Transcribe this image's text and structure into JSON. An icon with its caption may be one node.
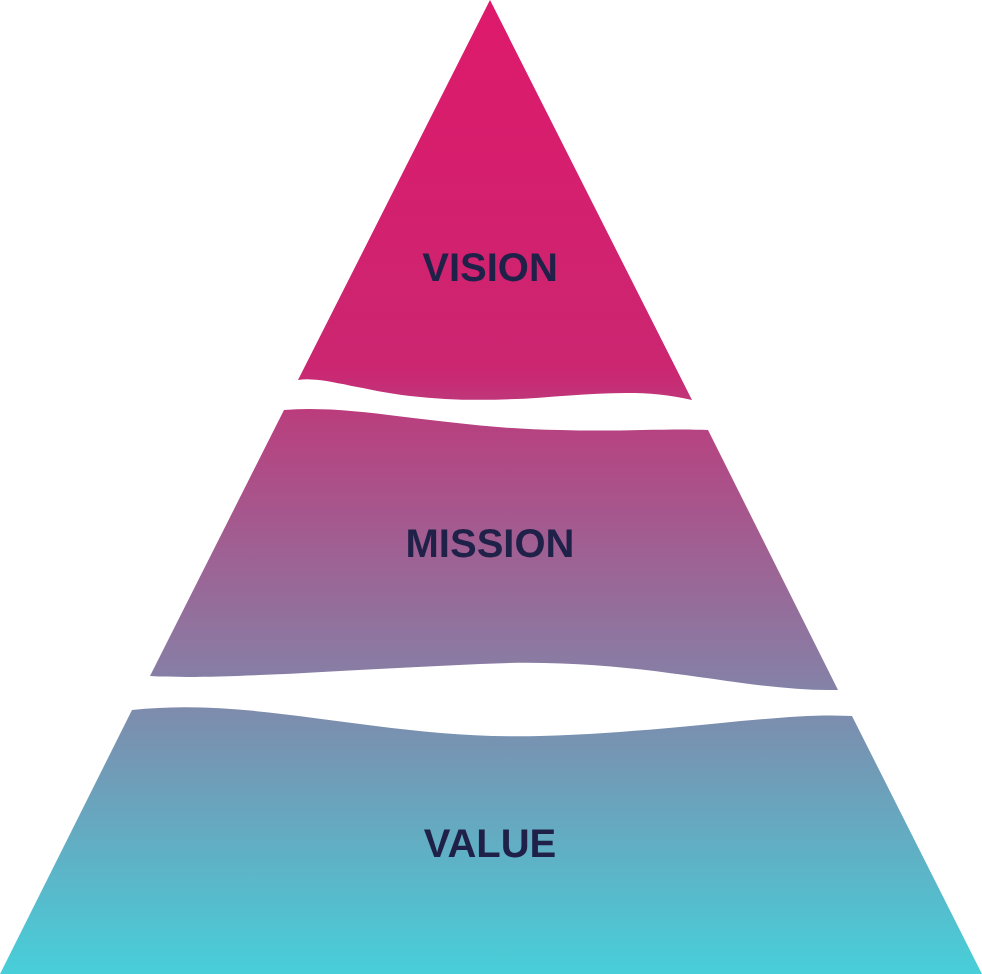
{
  "diagram": {
    "nodes": [
      {
        "text": [
          "VISION"
        ]
      },
      {
        "text": [
          "MISSION"
        ]
      },
      {
        "text": [
          "VALUE"
        ]
      }
    ]
  }
}
